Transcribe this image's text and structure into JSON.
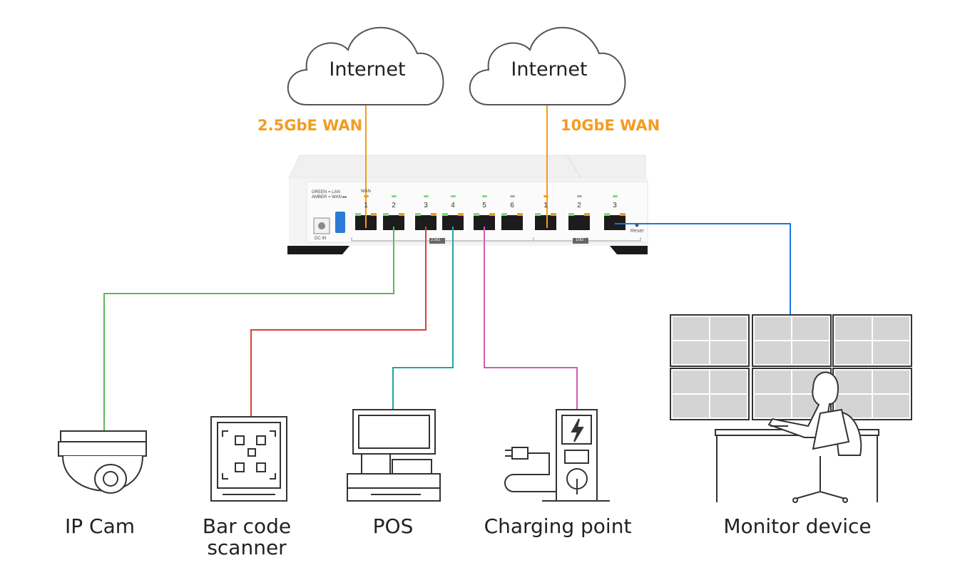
{
  "clouds": [
    {
      "label": "Internet"
    },
    {
      "label": "Internet"
    }
  ],
  "wan_links": [
    {
      "label": "2.5GbE WAN"
    },
    {
      "label": "10GbE WAN"
    }
  ],
  "router": {
    "legend_line1": "GREEN = LAN",
    "legend_line2": "AMBER = WAN",
    "wan_tag": "WAN",
    "dc_in": "DC IN",
    "reset": "Reset",
    "group_25g": "2.5G",
    "group_10g": "10G",
    "ports_25g": [
      "1",
      "2",
      "3",
      "4",
      "5",
      "6"
    ],
    "ports_10g": [
      "1",
      "2",
      "3"
    ]
  },
  "devices": [
    {
      "label": "IP Cam",
      "link_color": "#5cb85c"
    },
    {
      "label_line1": "Bar code",
      "label_line2": "scanner",
      "link_color": "#d9413b"
    },
    {
      "label": "POS",
      "link_color": "#21a5a5"
    },
    {
      "label": "Charging point",
      "link_color": "#d55bb5"
    },
    {
      "label": "Monitor device",
      "link_color": "#1a73e8"
    }
  ],
  "colors": {
    "wan": "#f39c1f",
    "led_green": "#7ddc7d",
    "led_amber": "#f39c1f",
    "led_off": "#aaaaaa"
  }
}
